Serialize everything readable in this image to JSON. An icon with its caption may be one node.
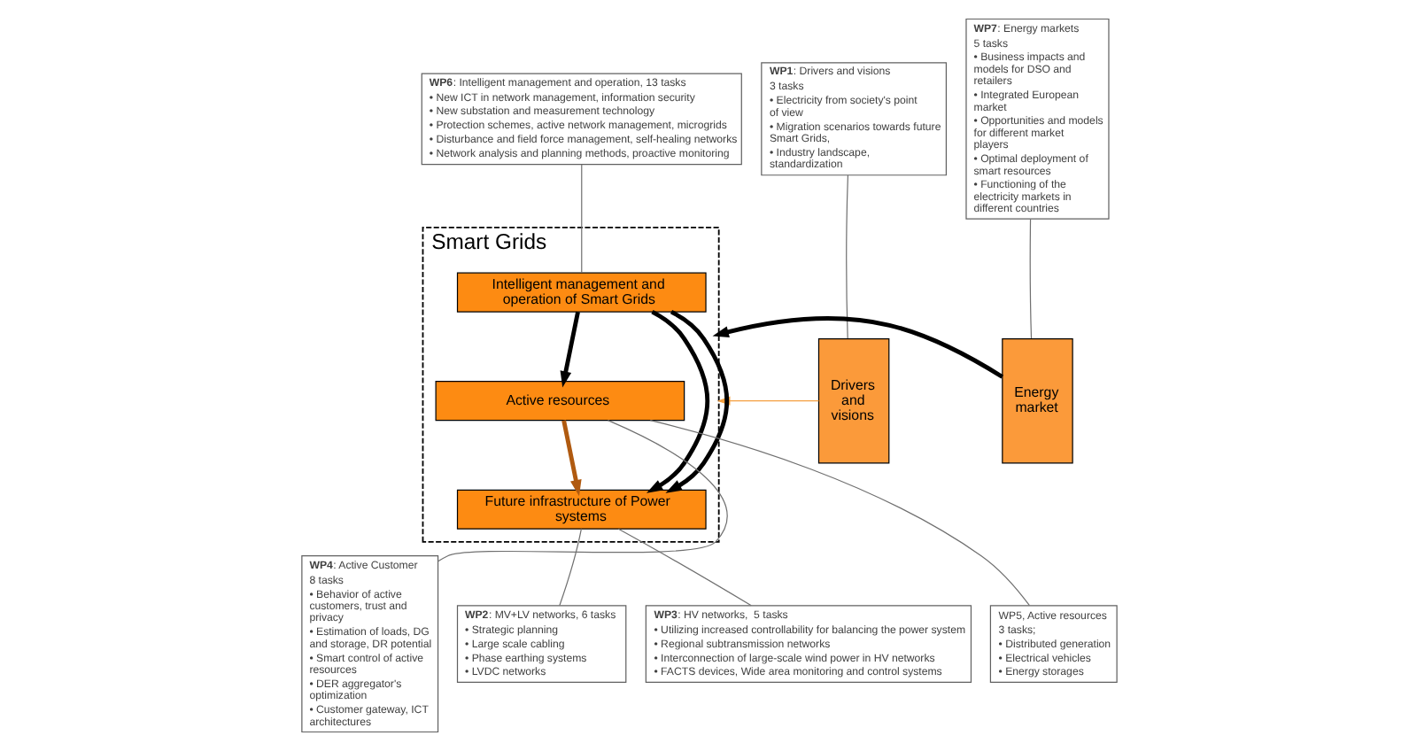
{
  "diagram": {
    "nodes": [
      {
        "text": [
          "**WP6**: Intelligent management and operation, 13 tasks",
          "• New ICT in network management, information security",
          "• New substation and measurement technology",
          "• Protection schemes, active network management, microgrids",
          "• Disturbance and field force management, self-healing networks",
          "• Network analysis and planning methods, proactive monitoring"
        ]
      },
      {
        "text": [
          "**WP1**: Drivers and visions",
          "3 tasks",
          "• Electricity from society's point of view",
          "• Migration scenarios towards future Smart Grids,",
          "• Industry landscape, standardization"
        ]
      },
      {
        "text": [
          "**WP7**: Energy markets",
          "5 tasks",
          "• Business impacts and models for DSO and retailers",
          "• Integrated European market",
          "• Opportunities and models for different market players",
          "• Optimal deployment of smart resources",
          "• Functioning of the electricity markets in different countries"
        ]
      },
      {
        "text": [
          "Drivers and visions"
        ]
      },
      {
        "text": [
          "Smart Grids"
        ]
      },
      {
        "text": [
          "Intelligent management and operation of Smart Grids"
        ],
        "in": 4
      },
      {
        "text": [
          "Active resources"
        ],
        "in": 4
      },
      {
        "text": [
          "Future infrastructure of Power systems"
        ],
        "in": 4
      },
      {
        "text": [
          "Energy market"
        ]
      },
      {
        "text": [
          "**WP4**: Active Customer",
          "8 tasks",
          "• Behavior of active customers, trust and privacy",
          "• Estimation of loads, DG and storage, DR potential",
          "• Smart control of active resources",
          "• DER aggregator's optimization",
          "• Customer gateway, ICT architectures"
        ]
      },
      {
        "text": [
          "WP5, Active resources",
          "3 tasks;",
          "• Distributed generation",
          "• Electrical vehicles",
          "• Energy storages"
        ]
      },
      {
        "text": [
          "**WP2**: MV+LV networks, 6 tasks",
          "• Strategic planning",
          "• Large scale cabling",
          "• Phase earthing systems",
          "• LVDC networks"
        ]
      },
      {
        "text": [
          "**WP3**: HV networks,  5 tasks",
          "• Utilizing increased controllability for balancing the power system",
          "• Regional subtransmission networks",
          "• Interconnection of large-scale wind power in HV networks",
          "• FACTS devices, Wide area monitoring and control systems"
        ]
      }
    ],
    "edges": [
      {
        "from": 3,
        "to": 4,
        "arrow": "to",
        "color": "#f5a040"
      },
      {
        "from": 8,
        "to": 4,
        "arrow": "to",
        "style": "thick",
        "color": "#000000"
      },
      {
        "from": 5,
        "to": 7,
        "arrow": "to",
        "style": "thick",
        "color": "#000000"
      },
      {
        "from": 5,
        "to": 6,
        "arrow": "to",
        "style": "thick",
        "color": "#000000"
      },
      {
        "from": 5,
        "to": 7,
        "arrow": "to",
        "style": "thick",
        "color": "#000000"
      },
      {
        "from": 6,
        "to": 7,
        "arrow": "to",
        "style": "thick",
        "color": "#b05a10"
      },
      {
        "from": 0,
        "to": 5,
        "arrow": "none"
      },
      {
        "from": 1,
        "to": 3,
        "arrow": "none"
      },
      {
        "from": 2,
        "to": 8,
        "arrow": "none"
      },
      {
        "from": 9,
        "to": 6,
        "arrow": "none"
      },
      {
        "from": 10,
        "to": 6,
        "arrow": "none"
      },
      {
        "from": 11,
        "to": 7,
        "arrow": "none"
      },
      {
        "from": 12,
        "to": 7,
        "arrow": "none"
      }
    ]
  }
}
